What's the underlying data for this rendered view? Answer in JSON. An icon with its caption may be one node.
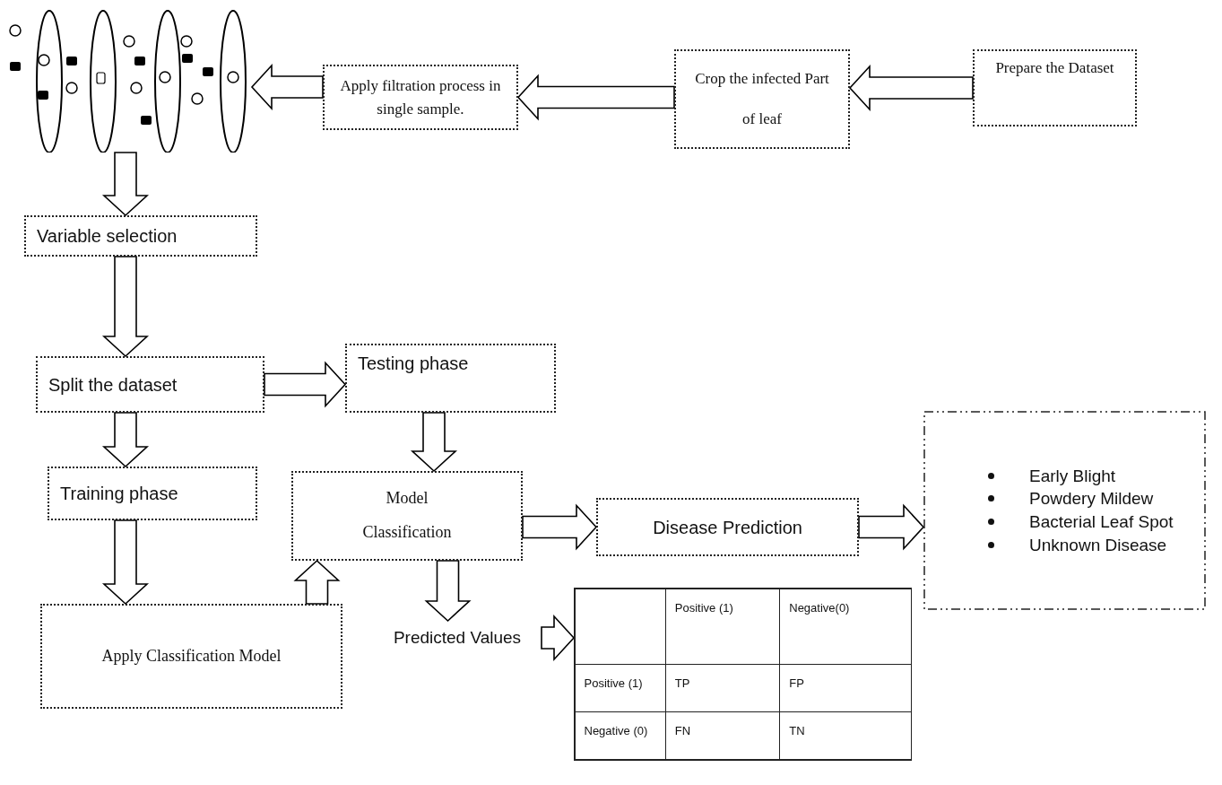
{
  "diagram": {
    "nodes": [
      {
        "text": [],
        "shape": "picture"
      },
      {
        "text": [
          "Apply filtration process in single sample."
        ]
      },
      {
        "text": [
          "Crop the infected Part of leaf"
        ]
      },
      {
        "text": [
          "Prepare the Dataset"
        ]
      },
      {
        "text": [
          "Variable selection"
        ]
      },
      {
        "text": [
          "Split the dataset"
        ]
      },
      {
        "text": [
          "Testing phase"
        ]
      },
      {
        "text": [
          "Training phase"
        ]
      },
      {
        "text": [
          "Model Classification"
        ]
      },
      {
        "text": [
          "Apply Classification Model"
        ]
      },
      {
        "text": [
          "Disease Prediction"
        ]
      },
      {
        "text": [
          "Early Blight",
          "Powdery Mildew",
          "Bacterial Leaf Spot",
          "Unknown Disease"
        ]
      },
      {
        "text": [
          "Predicted Values"
        ]
      },
      {
        "text": [
          "Positive (1)",
          "Negative(0)",
          "Positive (1)",
          "TP",
          "FP",
          "Negative (0)",
          "FN",
          "TN"
        ]
      }
    ],
    "edges": [
      {
        "from": 3,
        "to": 2,
        "arrow": "to"
      },
      {
        "from": 2,
        "to": 1,
        "arrow": "to"
      },
      {
        "from": 1,
        "to": 0,
        "arrow": "to"
      },
      {
        "from": 0,
        "to": 4,
        "arrow": "to"
      },
      {
        "from": 4,
        "to": 5,
        "arrow": "to"
      },
      {
        "from": 5,
        "to": 6,
        "arrow": "to"
      },
      {
        "from": 5,
        "to": 7,
        "arrow": "to"
      },
      {
        "from": 6,
        "to": 8,
        "arrow": "to"
      },
      {
        "from": 7,
        "to": 9,
        "arrow": "to"
      },
      {
        "from": 9,
        "to": 8,
        "arrow": "to"
      },
      {
        "from": 8,
        "to": 10,
        "arrow": "to"
      },
      {
        "from": 10,
        "to": 11,
        "arrow": "to"
      },
      {
        "from": 8,
        "to": 12,
        "arrow": "to"
      },
      {
        "from": 12,
        "to": 13,
        "arrow": "to"
      }
    ]
  }
}
